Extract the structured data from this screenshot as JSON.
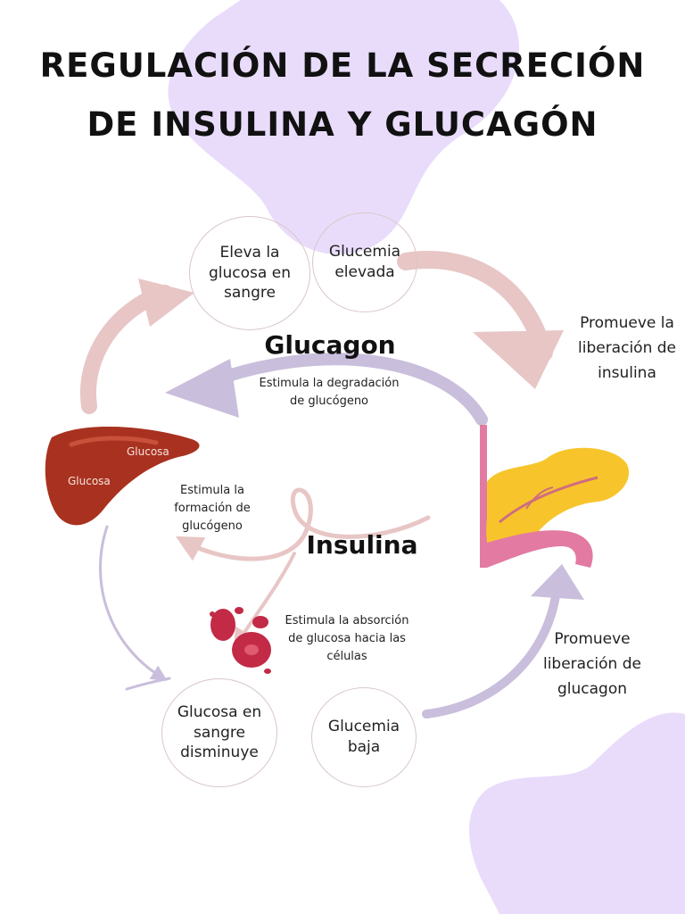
{
  "title": {
    "line1": "REGULACIÓN DE LA SECRECIÓN",
    "line2": "DE INSULINA Y GLUCAGÓN"
  },
  "nodes": {
    "eleva": "Eleva la glucosa en sangre",
    "glucemia_elevada": "Glucemia elevada",
    "glucosa_disminuye": "Glucosa en sangre disminuye",
    "glucemia_baja": "Glucemia baja"
  },
  "hormones": {
    "glucagon": "Glucagon",
    "insulina": "Insulina"
  },
  "labels": {
    "promueve_insulina": "Promueve la liberación de insulina",
    "promueve_glucagon": "Promueve liberación de glucagon",
    "degradacion": "Estimula la degradación de glucógeno",
    "formacion": "Estimula la formación de glucógeno",
    "absorcion": "Estimula la absorción de glucosa hacia las células"
  },
  "liver": {
    "label1": "Glucosa",
    "label2": "Glucosa"
  },
  "colors": {
    "lavender_blob": "#e9dcfb",
    "pink_arrow": "#e8c6c6",
    "purple_arrow": "#c9bedb",
    "liver": "#a8321f",
    "pancreas": "#f7c52b",
    "duodenum": "#e27aa2",
    "cells": "#c22a45"
  }
}
